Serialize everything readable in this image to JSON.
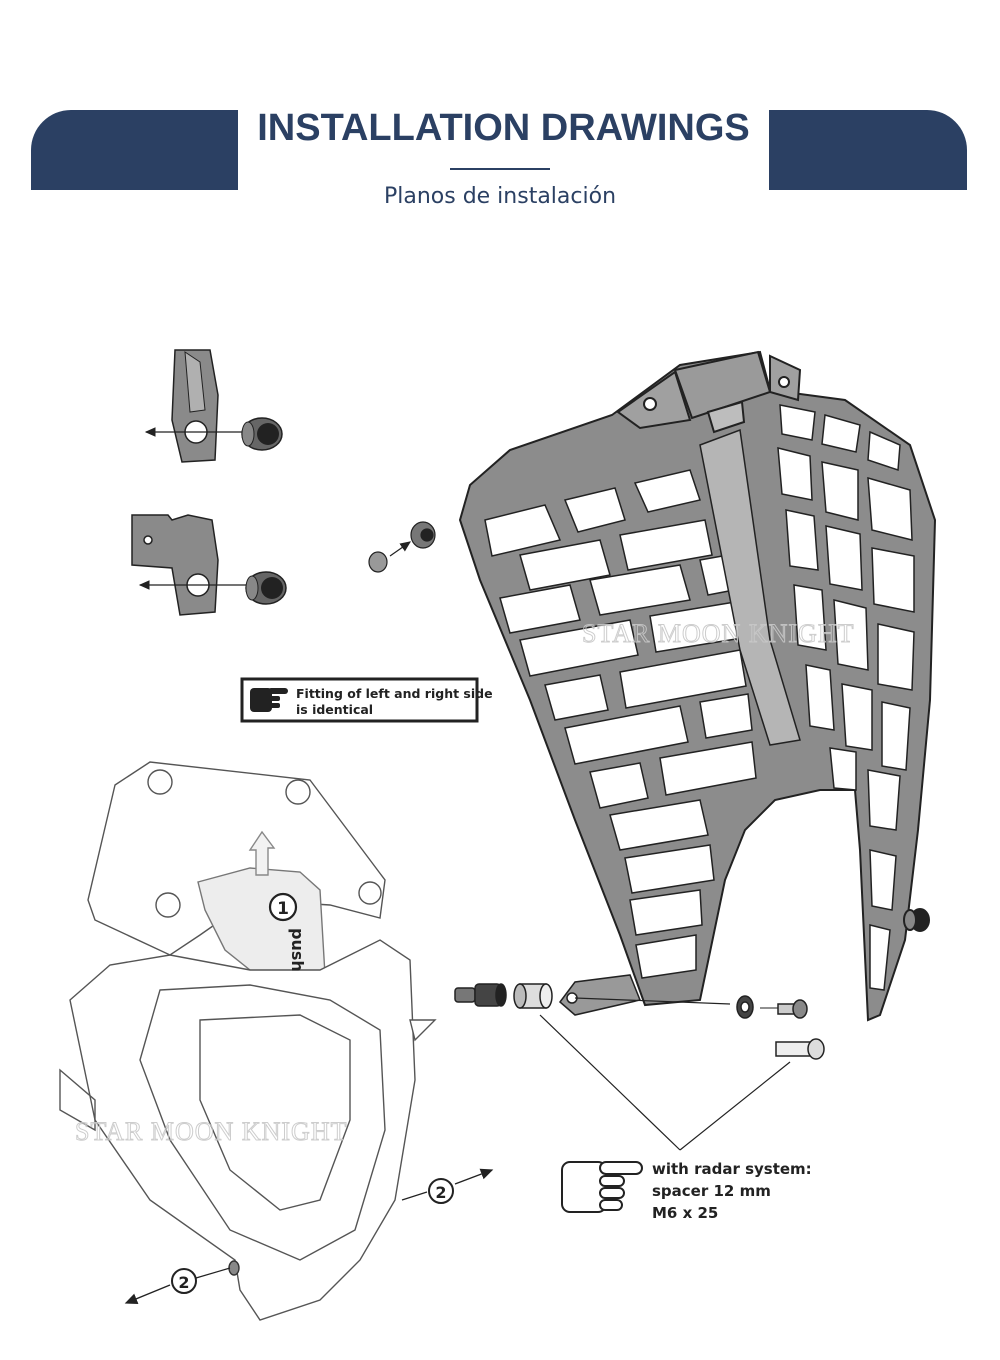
{
  "header": {
    "title": "INSTALLATION DRAWINGS",
    "subtitle": "Planos de instalación",
    "accent_color": "#2b4063"
  },
  "notes": {
    "identical_line1": "Fitting of left and right side",
    "identical_line2": "is identical",
    "radar_line1": "with radar system:",
    "radar_line2": "spacer 12 mm",
    "radar_line3": "M6 x 25"
  },
  "callouts": {
    "push_number": "1",
    "push_label": "push",
    "screw_number_a": "2",
    "screw_number_b": "2"
  },
  "watermark": {
    "text_a": "STAR MOON KNIGHT",
    "text_b": "STAR MOON KNIGHT"
  },
  "icons": [
    "pointing-hand-icon",
    "arrow-icon",
    "screw-icon",
    "rubber-grommet-icon"
  ]
}
